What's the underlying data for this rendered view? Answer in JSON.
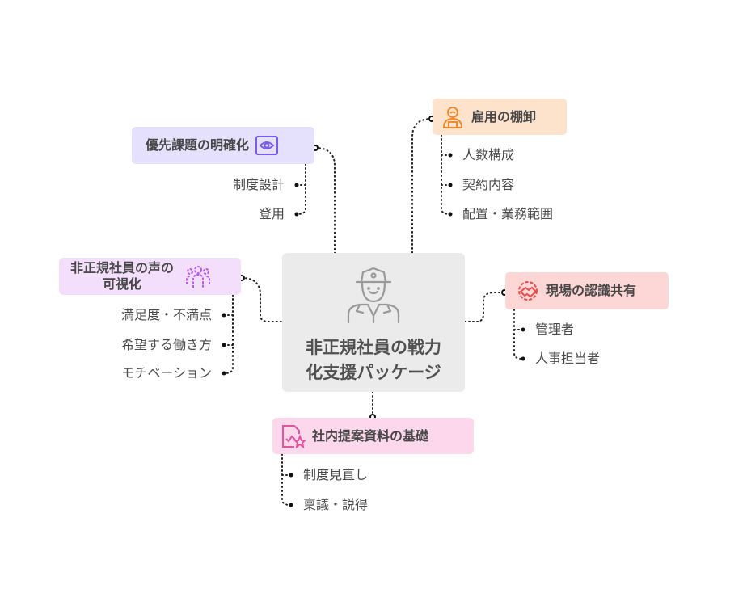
{
  "center": {
    "title_line1": "非正規社員の戦力",
    "title_line2": "化支援パッケージ",
    "icon": "worker-icon"
  },
  "branches": {
    "priority": {
      "label": "優先課題の明確化",
      "icon": "eye-scan-icon",
      "color": "#7a5ce6",
      "bg": "#e5e0fb",
      "children": [
        "制度設計",
        "登用"
      ]
    },
    "inventory": {
      "label": "雇用の棚卸",
      "icon": "person-desk-icon",
      "color": "#ef8a2e",
      "bg": "#fde3cc",
      "children": [
        "人数構成",
        "契約内容",
        "配置・業務範囲"
      ]
    },
    "voice": {
      "label_line1": "非正規社員の声の",
      "label_line2": "可視化",
      "icon": "group-icon",
      "color": "#b85ce8",
      "bg": "#f3defb",
      "children": [
        "満足度・不満点",
        "希望する働き方",
        "モチベーション"
      ]
    },
    "awareness": {
      "label": "現場の認識共有",
      "icon": "handshake-icon",
      "color": "#e84b4b",
      "bg": "#fdd6d6",
      "children": [
        "管理者",
        "人事担当者"
      ]
    },
    "proposal": {
      "label": "社内提案資料の基礎",
      "icon": "document-star-icon",
      "color": "#e0559e",
      "bg": "#fdd8ec",
      "children": [
        "制度見直し",
        "稟議・説得"
      ]
    }
  }
}
